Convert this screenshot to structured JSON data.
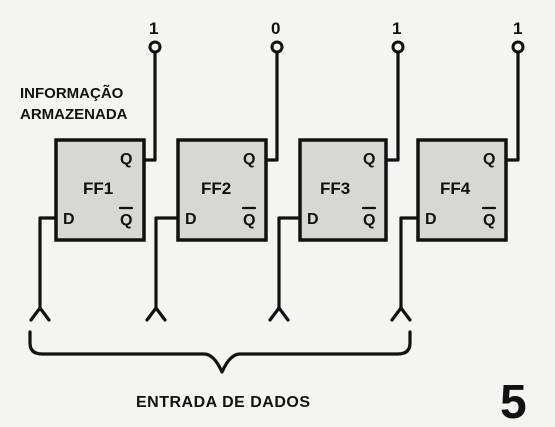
{
  "storage_label": [
    "INFORMAÇÃO",
    "ARMAZENADA"
  ],
  "flipflops": [
    {
      "name": "FF1",
      "q": "Q",
      "qbar": "Q",
      "d": "D",
      "stored_bit": "1"
    },
    {
      "name": "FF2",
      "q": "Q",
      "qbar": "Q",
      "d": "D",
      "stored_bit": "0"
    },
    {
      "name": "FF3",
      "q": "Q",
      "qbar": "Q",
      "d": "D",
      "stored_bit": "1"
    },
    {
      "name": "FF4",
      "q": "Q",
      "qbar": "Q",
      "d": "D",
      "stored_bit": "1"
    }
  ],
  "data_input_label": "ENTRADA DE DADOS",
  "figure_number": "5"
}
